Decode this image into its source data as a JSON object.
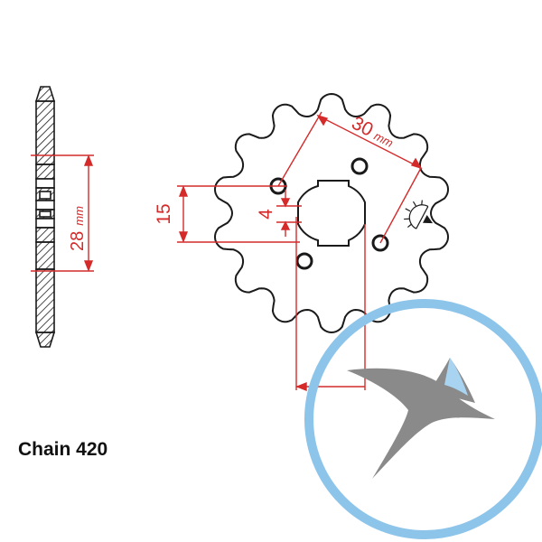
{
  "diagram": {
    "side_view": {
      "dimension_value": "28",
      "dimension_unit": "mm"
    },
    "front_view": {
      "bolt_circle_value": "30",
      "bolt_circle_unit": "mm",
      "spline_height": "15",
      "hole_offset": "4",
      "tooth_count": 14
    },
    "caption": "Chain 420"
  },
  "colors": {
    "outline": "#1a1a1a",
    "dimension": "#d42a2a",
    "watermark_ring": "#8dc4ea",
    "watermark_bird": "#8a8a8a",
    "watermark_tip": "#a8d4f2"
  },
  "icons": {
    "direction": "rotation-direction-icon",
    "watermark": "bird-logo-watermark"
  }
}
